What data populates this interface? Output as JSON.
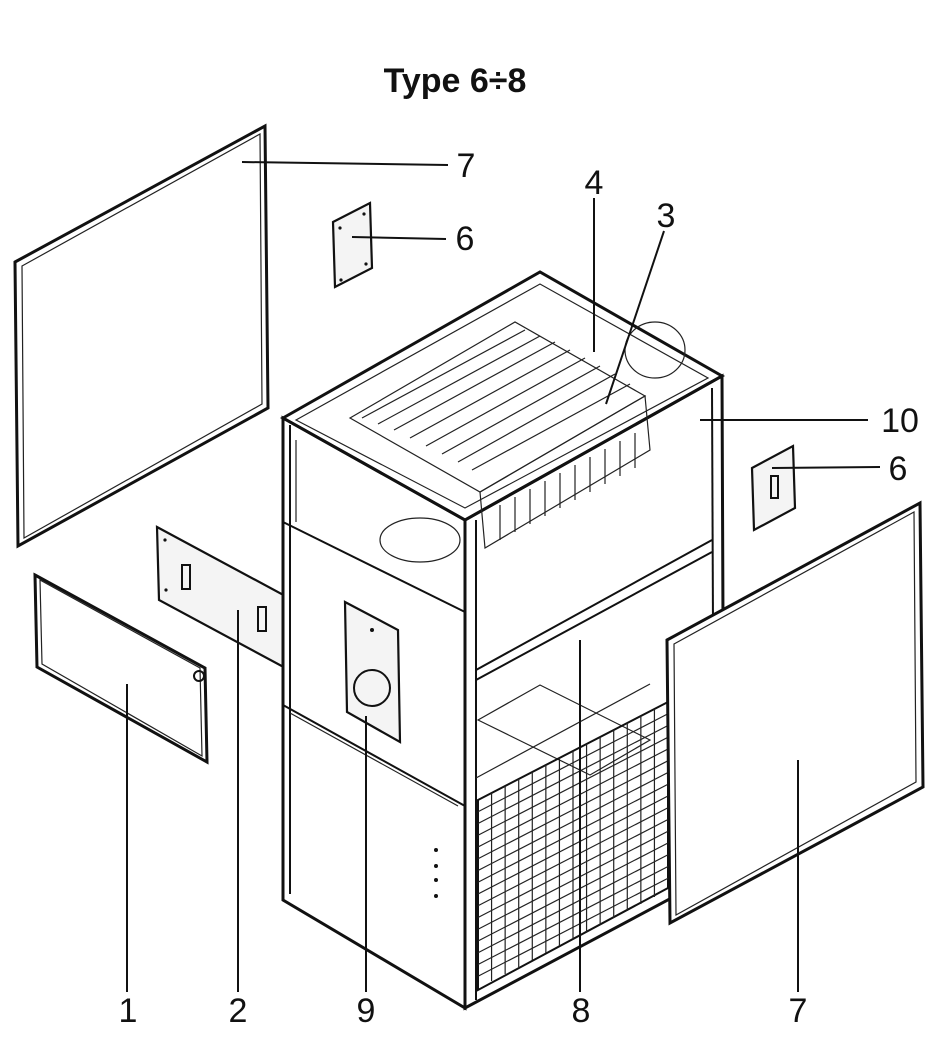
{
  "title": "Type 6÷8",
  "callouts": {
    "c1": "1",
    "c2": "2",
    "c3": "3",
    "c4": "4",
    "c6_top": "6",
    "c6_right": "6",
    "c7_top": "7",
    "c7_bottom": "7",
    "c8": "8",
    "c9": "9",
    "c10": "10"
  }
}
